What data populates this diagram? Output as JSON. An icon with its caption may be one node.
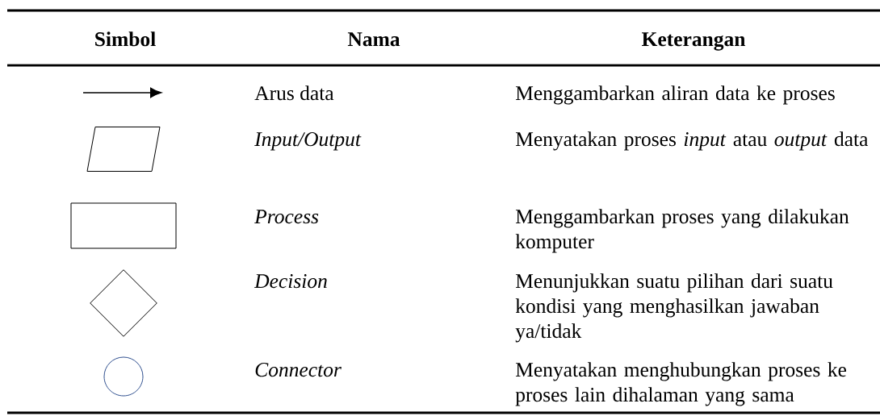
{
  "diagram": {
    "nodes": [
      {
        "text": [],
        "shape": "parallelogram"
      },
      {
        "text": [],
        "shape": "box"
      },
      {
        "text": [],
        "shape": "diamond"
      },
      {
        "text": [],
        "shape": "circle"
      }
    ],
    "labels": [
      "Simbol",
      "Nama",
      "Keterangan",
      "Arus data",
      "Menggambarkan aliran data ke proses",
      "Input/Output",
      "Menyatakan proses *input* atau *output* data",
      "Process",
      "Menggambarkan proses yang dilakukan komputer",
      "Decision",
      "Menunjukkan suatu pilihan dari suatu kondisi yang menghasilkan jawaban ya/tidak",
      "Connector",
      "Menyatakan menghubungkan proses ke proses lain dihalaman yang sama"
    ]
  }
}
